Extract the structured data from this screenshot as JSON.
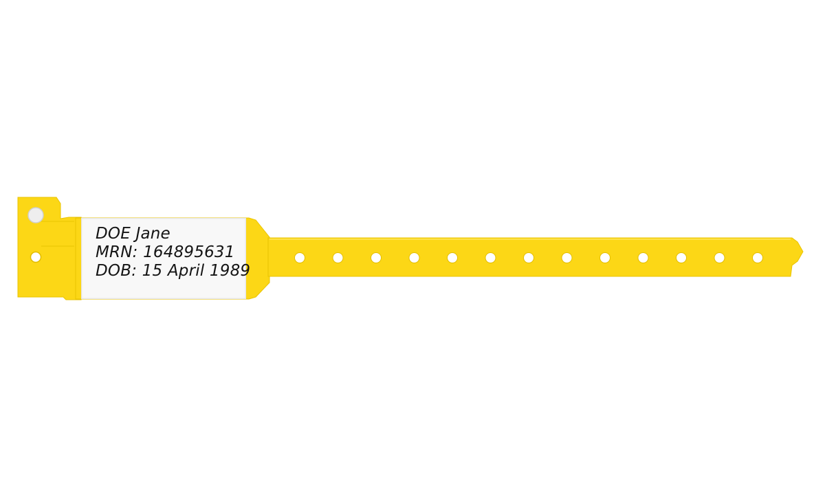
{
  "colors": {
    "band": "#fcd716",
    "band_shadow": "#e9c300",
    "label_background": "#f8f8f8",
    "ink": "#141414",
    "background": "#ffffff"
  },
  "wristband": {
    "label": {
      "name": "DOE Jane",
      "mrn": "MRN: 164895631",
      "dob": "DOB: 15 April 1989"
    },
    "strap_holes": 13,
    "snap_holes": 2
  }
}
